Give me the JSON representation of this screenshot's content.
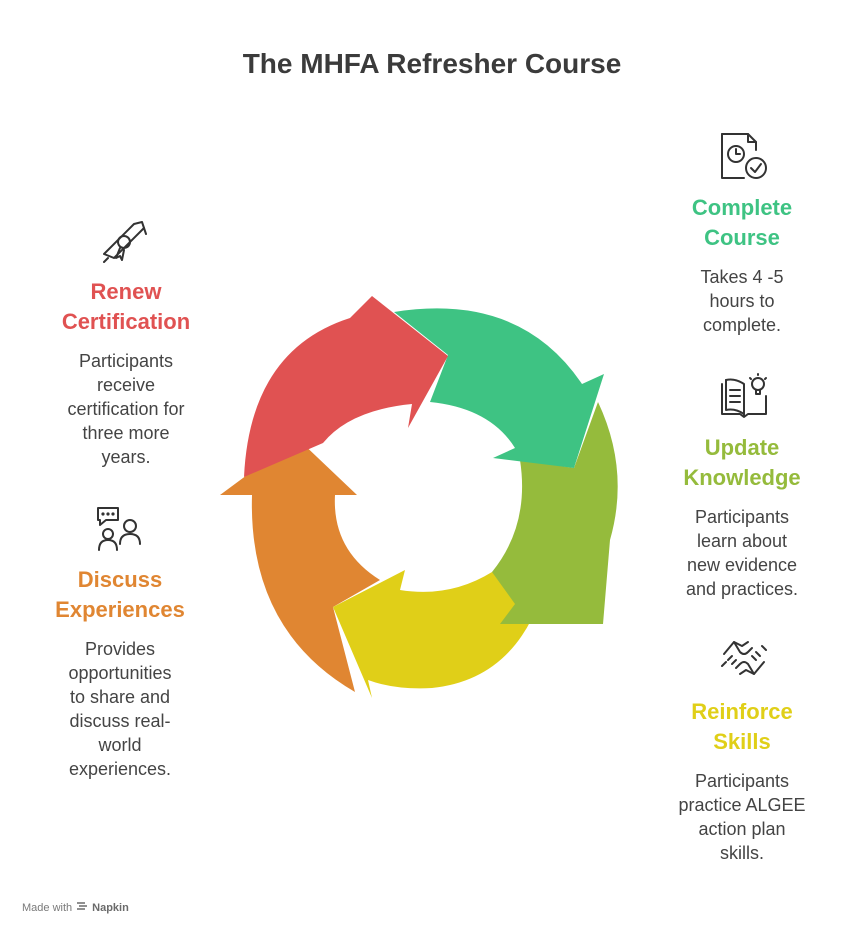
{
  "title": "The MHFA Refresher Course",
  "colors": {
    "red": "#e05252",
    "green": "#3ec383",
    "lime": "#95bb3c",
    "yellow": "#e0cf18",
    "orange": "#e08632"
  },
  "steps": [
    {
      "icon": "clock-document-icon",
      "heading": "Complete\nCourse",
      "desc": "Takes 4 -5\nhours to\ncomplete.",
      "color": "#3ec383"
    },
    {
      "icon": "book-lightbulb-icon",
      "heading": "Update\nKnowledge",
      "desc": "Participants\nlearn about\nnew evidence\nand practices.",
      "color": "#95bb3c"
    },
    {
      "icon": "handshake-icon",
      "heading": "Reinforce\nSkills",
      "desc": "Participants\npractice ALGEE\naction plan\nskills.",
      "color": "#e0cf18"
    },
    {
      "icon": "chat-people-icon",
      "heading": "Discuss\nExperiences",
      "desc": "Provides\nopportunities\nto share and\ndiscuss real-\nworld\nexperiences.",
      "color": "#e08632"
    },
    {
      "icon": "diploma-icon",
      "heading": "Renew\nCertification",
      "desc": "Participants\nreceive\ncertification for\nthree more\nyears.",
      "color": "#e05252"
    }
  ],
  "footer": {
    "prefix": "Made with",
    "brand": "Napkin"
  }
}
